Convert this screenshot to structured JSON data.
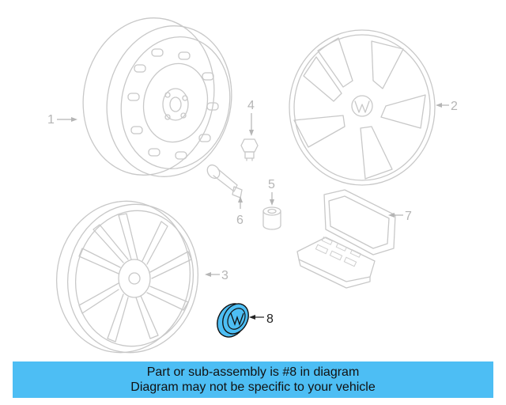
{
  "callouts": {
    "c1": "1",
    "c2": "2",
    "c3": "3",
    "c4": "4",
    "c5": "5",
    "c6": "6",
    "c7": "7",
    "c8": "8"
  },
  "highlighted_part": "8",
  "highlight_color": "#4dbef4",
  "banner": {
    "line1": "Part or sub-assembly is #8 in diagram",
    "line2": "Diagram may not be specific to your vehicle",
    "background": "#4dbef4"
  }
}
